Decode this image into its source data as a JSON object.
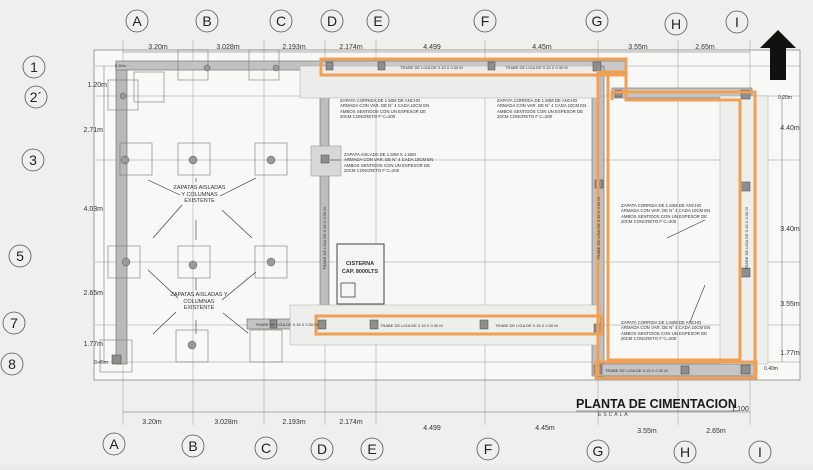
{
  "plan": {
    "title": "PLANTA DE CIMENTACION",
    "subtitle": "ESCALA",
    "scale": "1:100",
    "axes_columns": [
      "A",
      "B",
      "C",
      "D",
      "E",
      "F",
      "G",
      "H",
      "I"
    ],
    "axes_rows": [
      "1",
      "2´",
      "3",
      "5",
      "7",
      "8"
    ],
    "dims_top": [
      "3.20m",
      "3.028m",
      "2.193m",
      "2.174m",
      "4.499",
      "4.45m",
      "3.55m",
      "2.65m"
    ],
    "dims_bottom": [
      "3.20m",
      "3.028m",
      "2.193m",
      "2.174m",
      "4.499",
      "4.45m",
      "3.55m",
      "2.65m"
    ],
    "dims_left": [
      "1.20m",
      "2.71m",
      "4.03m",
      "2.65m",
      "1.77m"
    ],
    "dims_right": [
      "4.40m",
      "3.40m",
      "3.55m",
      "1.77m"
    ],
    "small_marks": [
      "0.20m",
      "0.45m",
      "0.40m"
    ],
    "beam_label": "TRABE DE LIGA DE 0.15 X 0.30 M",
    "zapata_note_1": "ZAPATA CORRIDA DE 1.50M DE ANCHO ARMADA CON VAR. DE N° 4 CADA 10CM EN AMBOS SENTIDOS CON UN ESPESOR DE 20CM CONCRETO F´C=200",
    "zapata_note_2": "ZAPATA AISLADA DE 1.50M X 1.50M ARMADA CON VAR. DE N° 4 CADA 10CM EN AMBOS SENTIDOS CON UN ESPESOR DE 20CM CONCRETO F´C=200",
    "zapatas_existentes_1": "ZAPATAS AISLADAS Y COLUMNAS EXISTENTE",
    "zapatas_existentes_2": "ZAPATAS AISLADAS Y COLUMNAS EXISTENTE",
    "cisterna": "CISTERNA",
    "cisterna_cap": "CAP. 8000LTS",
    "colors": {
      "paper": "#f8f8f6",
      "line": "#555555",
      "beam": "#b8b8b8",
      "highlight": "#f0a055",
      "arrow": "#111111"
    }
  }
}
